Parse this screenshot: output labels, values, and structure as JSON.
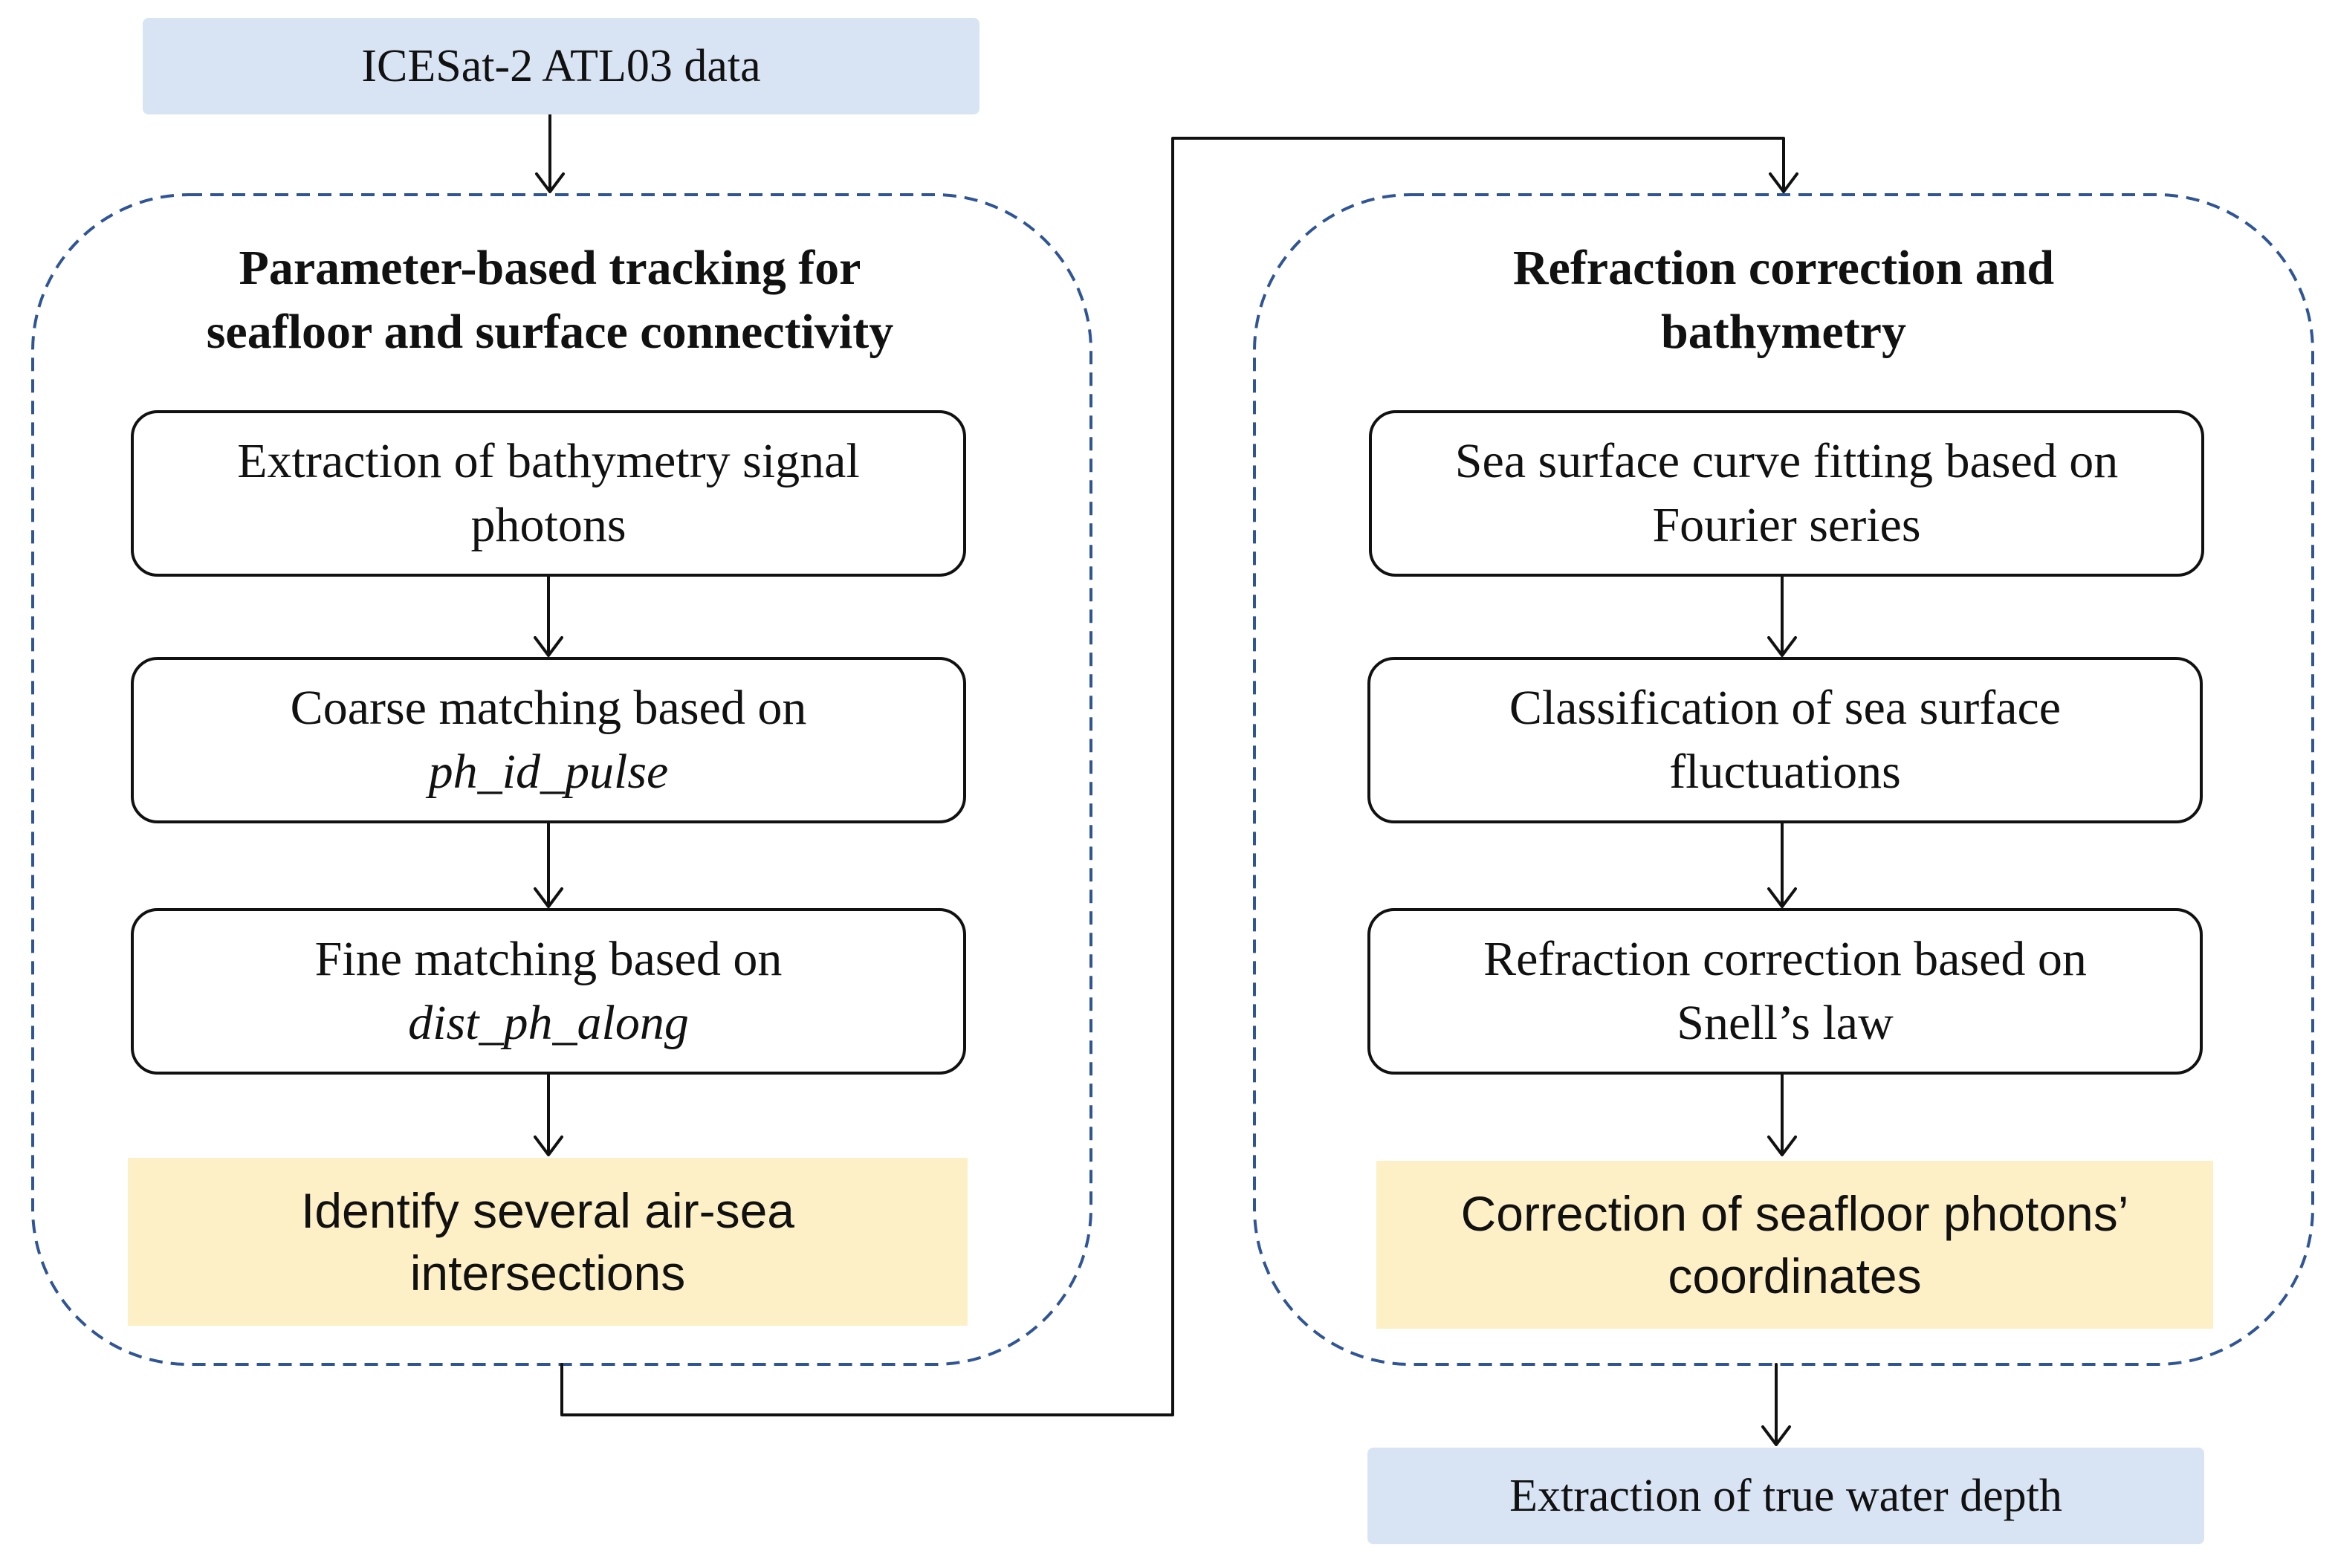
{
  "input": {
    "label": "ICESat-2 ATL03 data"
  },
  "left_group": {
    "title_line1": "Parameter-based tracking for",
    "title_line2": "seafloor and surface connectivity",
    "steps": [
      {
        "line1": "Extraction of bathymetry signal",
        "line2": "photons"
      },
      {
        "line1": "Coarse matching based on",
        "line2": "ph_id_pulse"
      },
      {
        "line1": "Fine matching based on",
        "line2": "dist_ph_along"
      }
    ],
    "result": {
      "line1": "Identify several air-sea",
      "line2": "intersections"
    }
  },
  "right_group": {
    "title_line1": "Refraction correction and",
    "title_line2": "bathymetry",
    "steps": [
      {
        "line1": "Sea surface curve fitting based on",
        "line2": "Fourier series"
      },
      {
        "line1": "Classification of sea surface",
        "line2": "fluctuations"
      },
      {
        "line1": "Refraction correction based on",
        "line2": "Snell’s law"
      }
    ],
    "result": {
      "line1": "Correction of seafloor photons’",
      "line2": "coordinates"
    }
  },
  "output": {
    "label": "Extraction of true water depth"
  },
  "colors": {
    "io_fill": "#d8e4f3",
    "result_fill": "#fdf0c6",
    "group_border": "#2f5597",
    "line": "#111111"
  }
}
